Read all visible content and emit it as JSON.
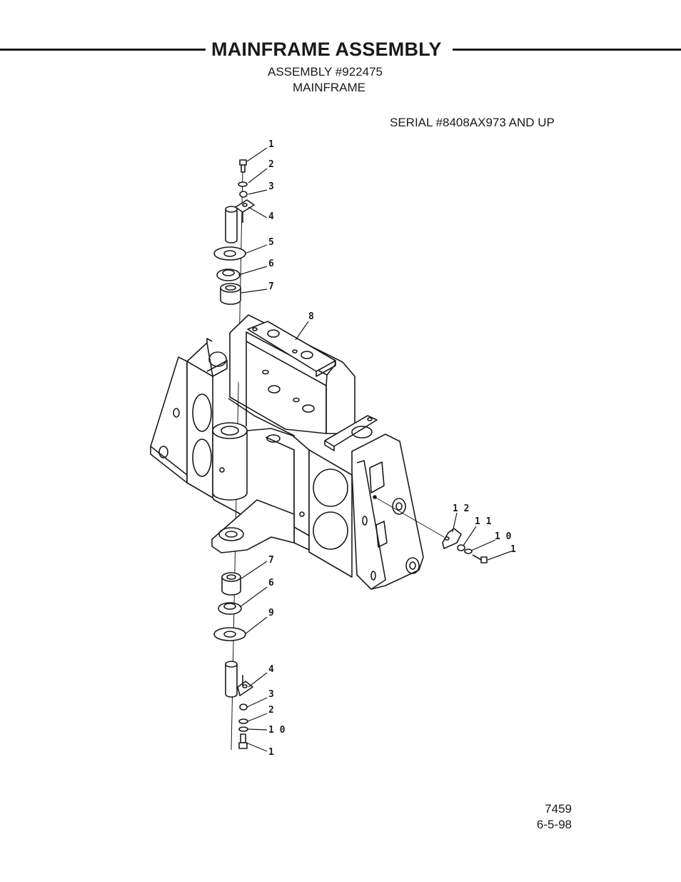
{
  "header": {
    "title": "MAINFRAME ASSEMBLY",
    "assembly_number": "ASSEMBLY #922475",
    "assembly_name": "MAINFRAME",
    "serial": "SERIAL #8408AX973 AND UP"
  },
  "footer": {
    "doc_number": "7459",
    "date": "6-5-98"
  },
  "callouts": [
    "1",
    "2",
    "3",
    "4",
    "5",
    "6",
    "7",
    "8",
    "1 2",
    "1 1",
    "1 0",
    "1",
    "7",
    "6",
    "9",
    "4",
    "3",
    "2",
    "1 0",
    "1"
  ]
}
